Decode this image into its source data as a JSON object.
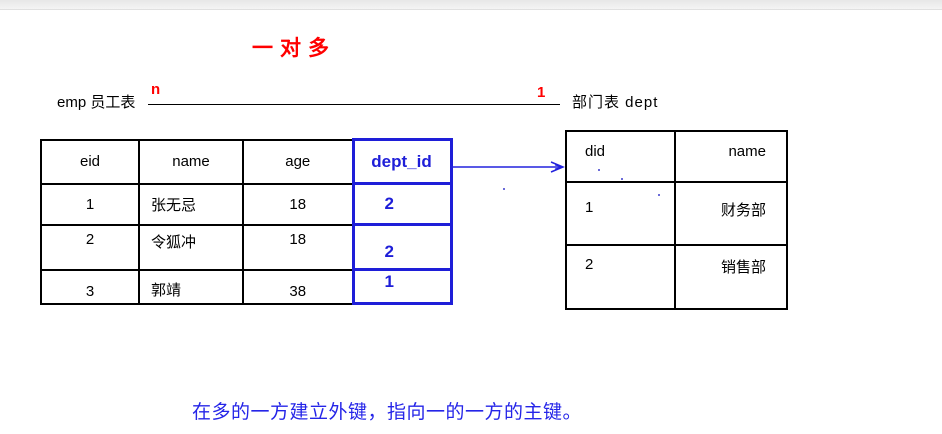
{
  "page": {
    "title": "一对多",
    "note": "在多的一方建立外键，指向一的一方的主键。"
  },
  "relationship": {
    "left_label": "emp 员工表",
    "right_label": "部门表 dept",
    "left_cardinality": "n",
    "right_cardinality": "1"
  },
  "emp_table": {
    "columns": [
      "eid",
      "name",
      "age",
      "dept_id"
    ],
    "rows": [
      [
        "1",
        "张无忌",
        "18",
        "2"
      ],
      [
        "2",
        "令狐冲",
        "18",
        "2"
      ],
      [
        "3",
        "郭靖",
        "38",
        "1"
      ]
    ]
  },
  "dept_table": {
    "columns": [
      "did",
      "name"
    ],
    "rows": [
      [
        "1",
        "财务部"
      ],
      [
        "2",
        "销售部"
      ]
    ]
  },
  "colors": {
    "title_red": "#ff0000",
    "cardinality_red": "#ff0000",
    "foreign_key_blue": "#1e1ed8",
    "arrow_blue": "#2222dd",
    "note_blue": "#2525e8",
    "table_border_black": "#000000"
  }
}
